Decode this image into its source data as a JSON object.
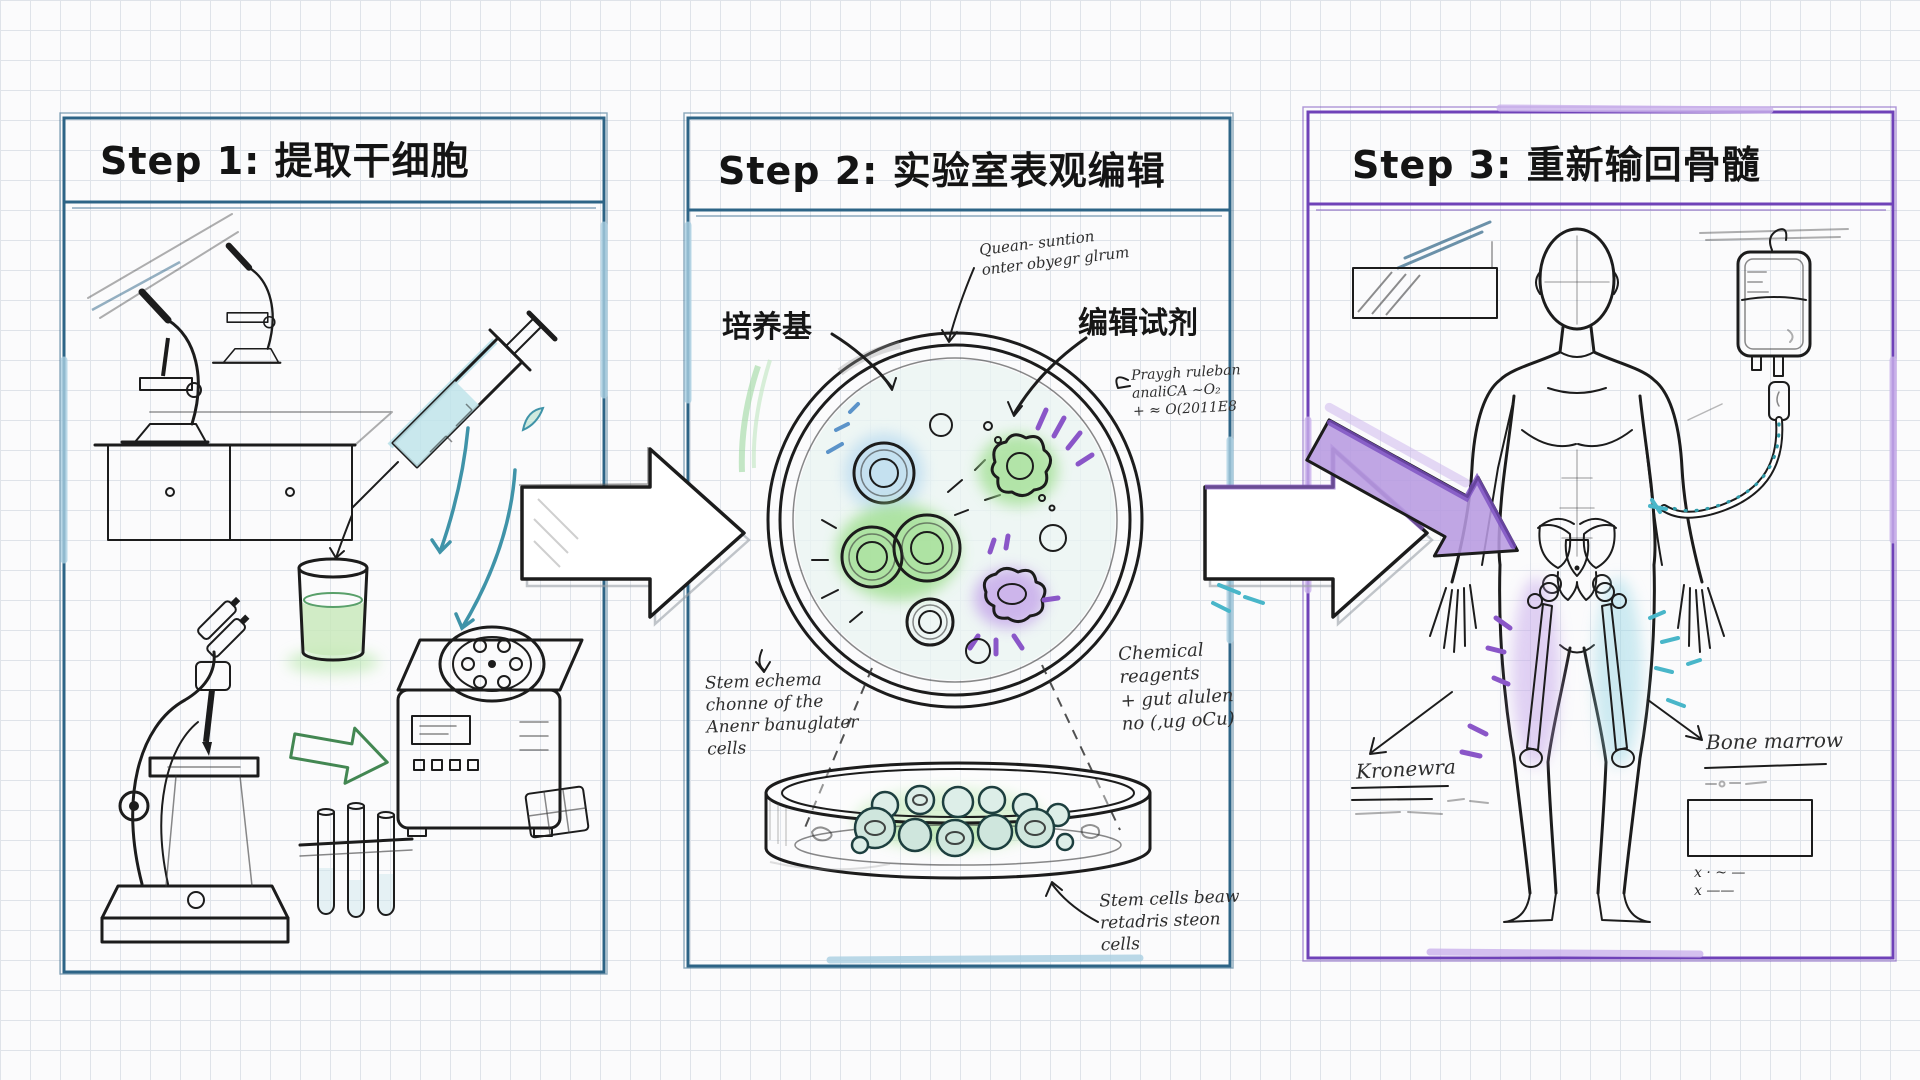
{
  "colors": {
    "panel_blue": "#2d6486",
    "panel_purple": "#6f42b8",
    "ink": "#1c1c1c",
    "accent_teal": "#3f93a8",
    "accent_green": "#5fae5f",
    "accent_purple": "#8a56c8",
    "accent_cyan": "#49b6c9",
    "glow_green": "#9fdf8f",
    "glow_blue": "#bcdcf0",
    "glow_purple": "#c5a6ea"
  },
  "steps": {
    "step1": {
      "title": "Step 1: 提取干细胞"
    },
    "step2": {
      "title": "Step 2: 实验室表观编辑",
      "label_culture_medium": "培养基",
      "label_editing_reagent": "编辑试剂",
      "note_top": "Quean- suntion\nonter obyegr glrum",
      "note_right": "Praygh ruleban\nanaliCA ~O₂\n+ ≈ O(2011E8",
      "note_stem": "Stem echema\nchonne of the\nAnenr banuglater\ncells",
      "note_chemical": "Chemical\nreagents\n+ gut alulen\nno (,ug oCu)",
      "note_harvest": "Stem cells beaw\nretadris steon\ncells"
    },
    "step3": {
      "title": "Step 3: 重新输回骨髓",
      "label_left": "Kronewra",
      "label_bone_marrow": "Bone marrow",
      "marks": "x · ~ —\nx ——"
    }
  }
}
